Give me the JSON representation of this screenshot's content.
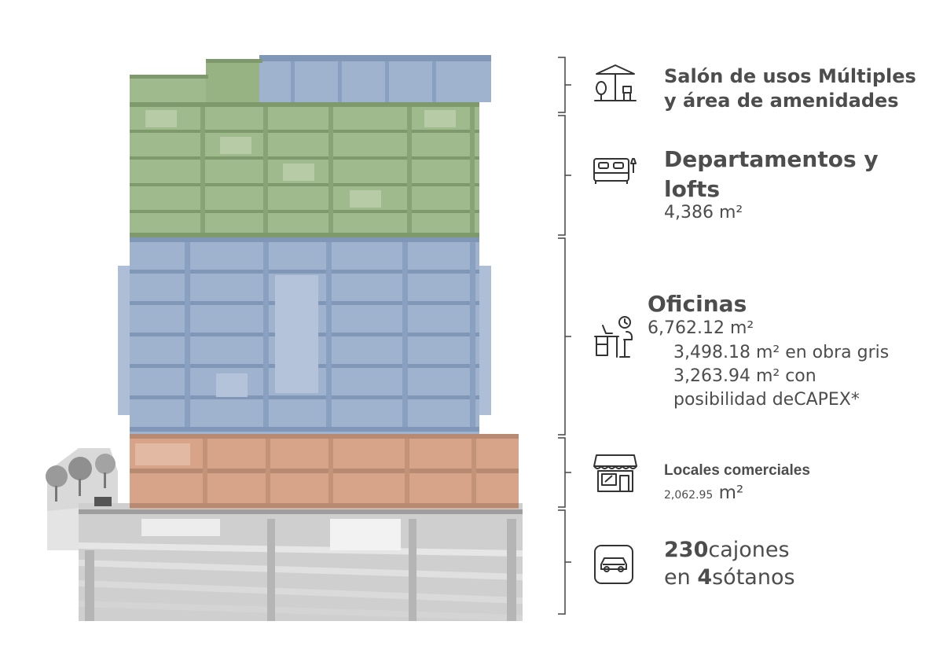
{
  "colors": {
    "amenities_zone": "#9fba8c",
    "apartments_zone": "#9fba8c",
    "offices_zone": "#9fb3cf",
    "retail_zone": "#d7a489",
    "parking_zone": "#cfcfcf",
    "text": "#4d4d4d",
    "bracket": "#444444"
  },
  "amenities": {
    "icon": "umbrella-table-icon",
    "line1": "Salón de usos Múltiples",
    "line2": "y área de amenidades"
  },
  "apartments": {
    "icon": "bed-icon",
    "line1": "Departamentos y",
    "line2": "lofts",
    "area": "4,386 m²"
  },
  "offices": {
    "icon": "desk-clock-icon",
    "title": "Oficinas",
    "area": "6,762.12 m²",
    "detail1": "3,498.18 m² en obra gris",
    "detail2": "3,263.94 m² con",
    "detail3": "posibilidad deCAPEX*"
  },
  "retail": {
    "icon": "storefront-icon",
    "title": "Locales comerciales",
    "area_number": "2,062.95",
    "area_unit": " m²"
  },
  "parking": {
    "icon": "car-icon",
    "count": "230",
    "count_suffix": "cajones",
    "prefix": "en ",
    "levels": "4",
    "levels_suffix": "sótanos"
  }
}
